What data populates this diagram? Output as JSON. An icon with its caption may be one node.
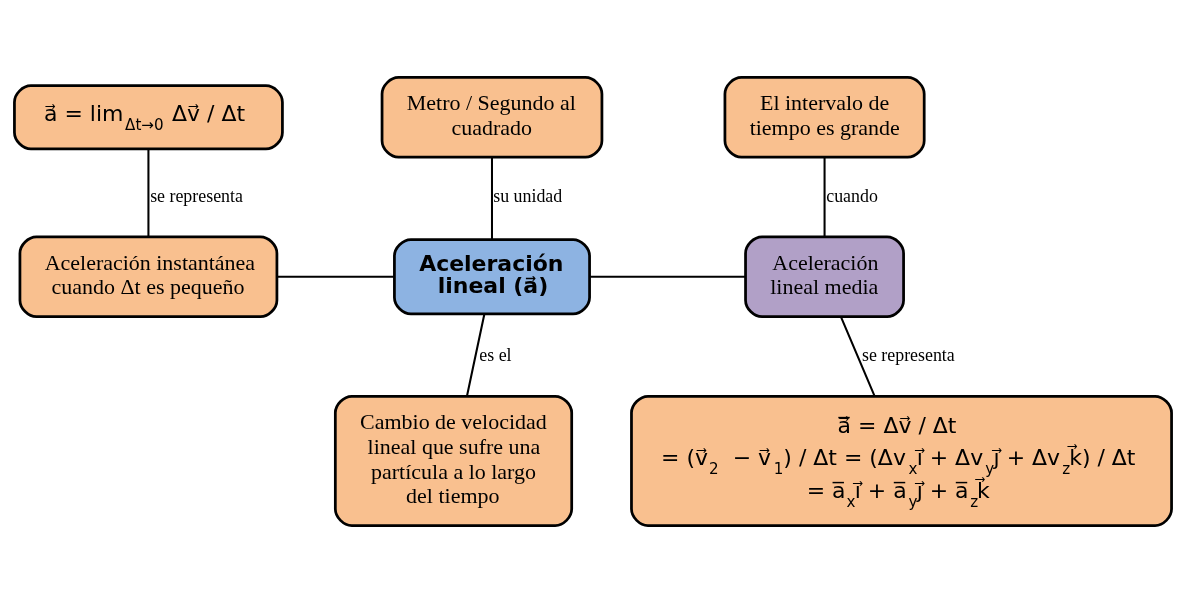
{
  "diagram": {
    "nodes": [
      {
        "text": [
          "a⃗ = lim$_{Δt→0}$ Δv⃗ / Δt"
        ]
      },
      {
        "text": [
          "Metro / Segundo al cuadrado"
        ]
      },
      {
        "text": [
          "El intervalo de tiempo es grande"
        ]
      },
      {
        "text": [
          "Aceleración instantánea cuando Δt es pequeño"
        ]
      },
      {
        "text": [
          "Aceleración lineal (a⃗)"
        ]
      },
      {
        "text": [
          "Aceleración lineal media"
        ]
      },
      {
        "text": [
          "Cambio de velocidad lineal que sufre una partícula a lo largo del tiempo"
        ]
      },
      {
        "text": [
          "a̅⃗ = Δv⃗ / Δt = (v⃗$_{2}$ − v⃗$_{1}$) / Δt = (Δv$_{x}$i⃗ + Δv$_{y}$j⃗ + Δv$_{z}$k⃗) / Δt = a̅$_{x}$i⃗ + a̅$_{y}$j⃗ + a̅$_{z}$k⃗"
        ]
      }
    ],
    "edges": [
      {
        "from": 0,
        "to": 3,
        "arrow": "none",
        "label": "se representa"
      },
      {
        "from": 1,
        "to": 4,
        "arrow": "none",
        "label": "su unidad"
      },
      {
        "from": 2,
        "to": 5,
        "arrow": "none",
        "label": "cuando"
      },
      {
        "from": 3,
        "to": 4,
        "arrow": "none"
      },
      {
        "from": 4,
        "to": 5,
        "arrow": "none"
      },
      {
        "from": 4,
        "to": 6,
        "arrow": "none",
        "label": "es el"
      },
      {
        "from": 5,
        "to": 7,
        "arrow": "none",
        "label": "se representa"
      }
    ]
  }
}
